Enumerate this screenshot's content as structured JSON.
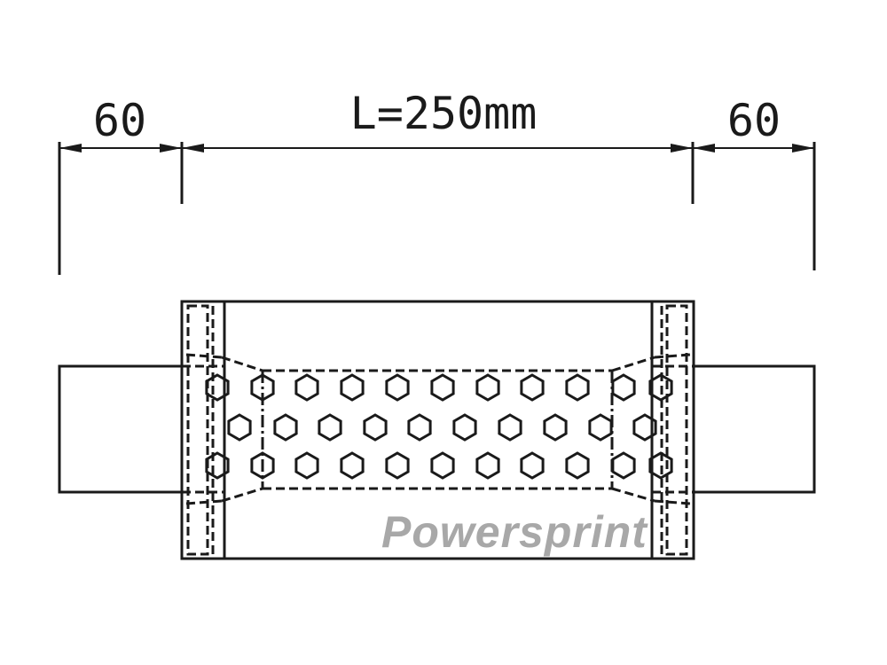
{
  "dimensions": {
    "left_end": "60",
    "length": "L=250mm",
    "right_end": "60"
  },
  "watermark": "Powersprint",
  "colors": {
    "line": "#1a1a1a",
    "watermark": "#a8a8a8"
  }
}
